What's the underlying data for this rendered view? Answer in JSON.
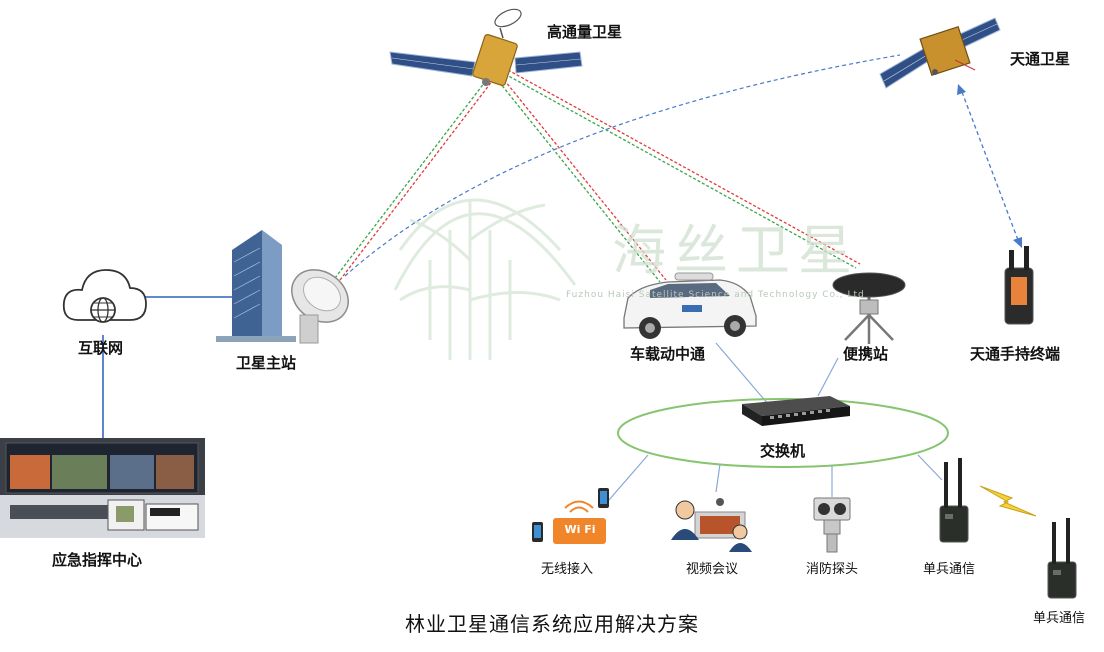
{
  "title": "林业卫星通信系统应用解决方案",
  "watermark": {
    "text": "海丝卫星",
    "subtitle": "Fuzhou Haisi Satellite Science and Technology Co., Ltd"
  },
  "nodes": {
    "hts_satellite": "高通量卫星",
    "tiantong_satellite": "天通卫星",
    "internet": "互联网",
    "main_station": "卫星主站",
    "vehicle": "车载动中通",
    "portable_station": "便携站",
    "tiantong_handheld": "天通手持终端",
    "switch": "交换机",
    "command_center": "应急指挥中心",
    "wireless_access": "无线接入",
    "video_conference": "视频会议",
    "fire_camera": "消防探头",
    "soldier_comm_1": "单兵通信",
    "soldier_comm_2": "单兵通信"
  },
  "wifi_text": "Wi Fi",
  "colors": {
    "red_link": "#e23b3b",
    "green_link": "#3aa64a",
    "blue_link": "#4a79c9",
    "ellipse": "#86c46f",
    "wifi": "#f0852a",
    "watermark": "#cfe0cf"
  }
}
